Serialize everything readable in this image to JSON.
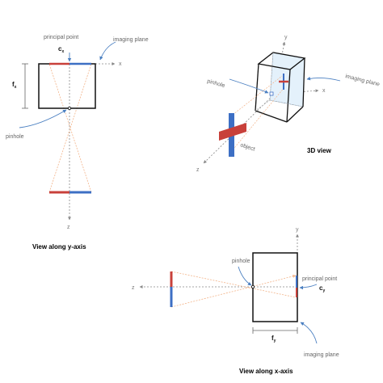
{
  "colors": {
    "frame": "#111111",
    "ray": "#f3b48a",
    "arrow": "#4a7fc1",
    "object_red": "#c8403a",
    "object_blue": "#3d6fc4",
    "axis": "#888888",
    "cube_fill": "#e4f1fb"
  },
  "y_axis_view": {
    "principal_point": "principal point",
    "cx_main": "c",
    "cx_sub": "x",
    "imaging_plane": "imaging plane",
    "fx_main": "f",
    "fx_sub": "x",
    "pinhole": "pinhole",
    "axis_x": "x",
    "axis_z": "z",
    "caption": "View along y-axis"
  },
  "view_3d": {
    "axis_y": "y",
    "axis_x": "x",
    "axis_z": "z",
    "pinhole": "pinhole",
    "imaging_plane": "imaging plane",
    "object": "object",
    "caption": "3D view"
  },
  "x_axis_view": {
    "axis_y": "y",
    "axis_z": "z",
    "pinhole": "pinhole",
    "principal_point": "principal point",
    "cy_main": "c",
    "cy_sub": "y",
    "fy_main": "f",
    "fy_sub": "y",
    "imaging_plane": "imaging plane",
    "caption": "View along x-axis"
  }
}
